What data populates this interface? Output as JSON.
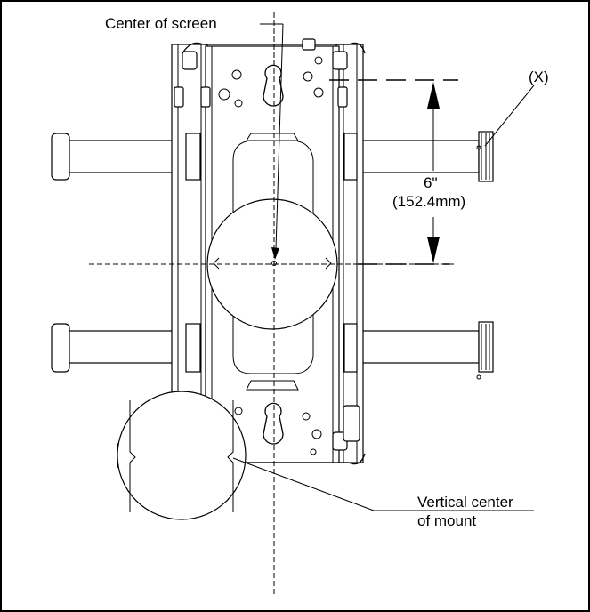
{
  "labels": {
    "center_of_screen": "Center of screen",
    "x_marker": "(X)",
    "dimension_inches": "6\"",
    "dimension_mm": "(152.4mm)",
    "vertical_center_line1": "Vertical center",
    "vertical_center_line2": "of mount"
  }
}
